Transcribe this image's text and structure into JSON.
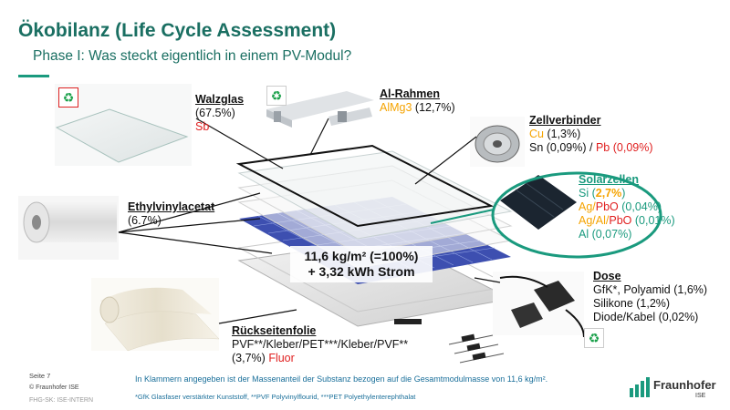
{
  "header": {
    "title": "Ökobilanz (Life Cycle Assessment)",
    "subtitle": "Phase I: Was steckt eigentlich in einem PV-Modul?"
  },
  "components": {
    "walzglas": {
      "name": "Walzglas",
      "share": "(67.5%)",
      "element": "Sb"
    },
    "alrahmen": {
      "name": "Al-Rahmen",
      "alloy": "AlMg3",
      "share": "(12,7%)"
    },
    "zellverbinder": {
      "name": "Zellverbinder",
      "cu": "Cu",
      "cu_share": "(1,3%)",
      "sn_line": "Sn (0,09%) /",
      "pb": "Pb (0,09%)"
    },
    "solarzellen": {
      "name": "Solarzellen",
      "si_prefix": "Si (",
      "si_share": "2,7%",
      "si_suffix": ")",
      "ag_pbo_a": "Ag/",
      "ag_pbo_b": "PbO",
      "ag_pbo_c": "(0,04%)",
      "agal_a": "Ag/Al/",
      "agal_b": "PbO",
      "agal_c": "(0,01%)",
      "al": "Al (0,07%)"
    },
    "eva": {
      "name": "Ethylvinylacetat",
      "share": "(6.7%)"
    },
    "dose": {
      "name": "Dose",
      "line1": "GfK*, Polyamid (1,6%)",
      "line2": "Silikone (1,2%)",
      "line3": "Diode/Kabel (0,02%)"
    },
    "rueckseite": {
      "name": "Rückseitenfolie",
      "line1": "PVF**/Kleber/PET***/Kleber/PVF**",
      "share": "(3,7%)",
      "element": "Fluor"
    }
  },
  "center_box": {
    "line1": "11,6 kg/m² (=100%)",
    "line2": "+ 3,32 kWh Strom"
  },
  "footer": {
    "page": "Seite 7",
    "copyright": "© Fraunhofer ISE",
    "classification": "FHG-SK: ISE-INTERN",
    "note1": "In Klammern angegeben ist der Massenanteil der Substanz bezogen auf die Gesamtmodulmasse von 11,6 kg/m².",
    "note2": "*GfK Glasfaser verstärkter Kunststoff, **PVF Polyvinylflourid, ***PET Polyethylenterephthalat",
    "logo_name": "Fraunhofer",
    "logo_sub": "ISE"
  },
  "colors": {
    "title": "#1a6f62",
    "accent": "#1a9a7e",
    "orange": "#f5a300",
    "red": "#e02020",
    "cell_blue": "#3d4fb0"
  },
  "icons": [
    "recycle-icon"
  ]
}
